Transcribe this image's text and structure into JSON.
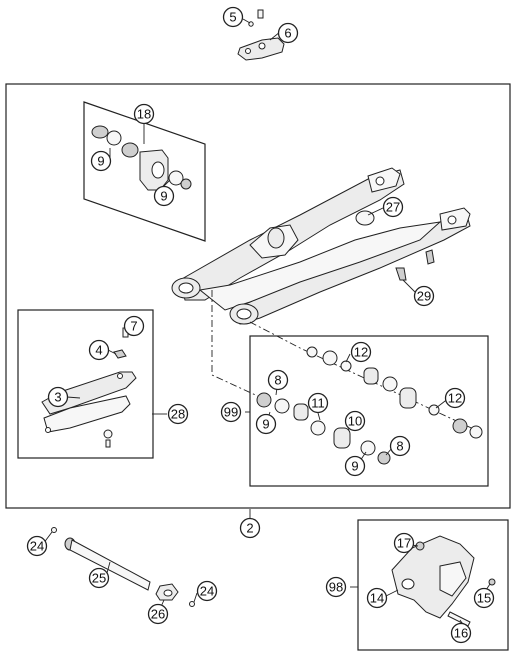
{
  "callouts": {
    "c5": "5",
    "c6": "6",
    "c18": "18",
    "c9a": "9",
    "c9b": "9",
    "c27": "27",
    "c29": "29",
    "c7": "7",
    "c4": "4",
    "c3": "3",
    "c28": "28",
    "c99": "99",
    "c8a": "8",
    "c9c": "9",
    "c11": "11",
    "c12a": "12",
    "c12b": "12",
    "c10": "10",
    "c8b": "8",
    "c9d": "9",
    "c2": "2",
    "c24a": "24",
    "c25": "25",
    "c26": "26",
    "c24b": "24",
    "c17": "17",
    "c98": "98",
    "c14": "14",
    "c15": "15",
    "c16": "16"
  }
}
